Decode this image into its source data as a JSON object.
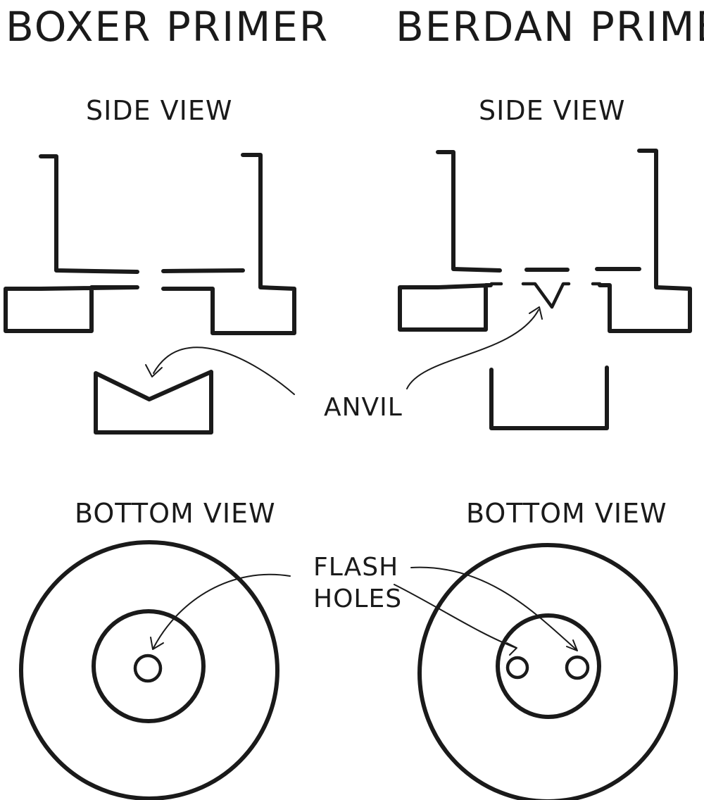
{
  "titles": {
    "boxer": "BOXER PRIMER",
    "berdan": "BERDAN PRIMER"
  },
  "views": {
    "boxer_side": "SIDE VIEW",
    "berdan_side": "SIDE VIEW",
    "boxer_bottom": "BOTTOM VIEW",
    "berdan_bottom": "BOTTOM VIEW"
  },
  "labels": {
    "anvil": "ANVIL",
    "flash_line1": "FLASH",
    "flash_line2": "HOLES"
  },
  "colors": {
    "ink": "#1a1a1a",
    "paper": "#ffffff"
  }
}
